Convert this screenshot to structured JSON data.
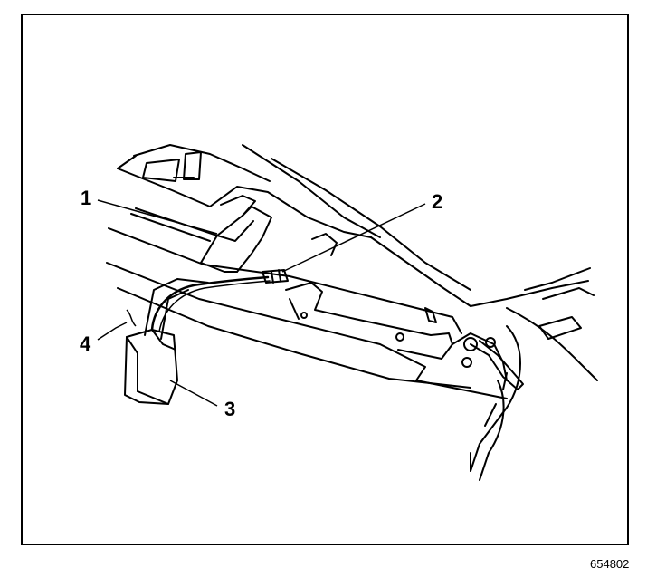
{
  "callouts": {
    "c1": "1",
    "c2": "2",
    "c3": "3",
    "c4": "4"
  },
  "figure_id": "654802",
  "colors": {
    "ink": "#000000",
    "paper": "#ffffff"
  }
}
